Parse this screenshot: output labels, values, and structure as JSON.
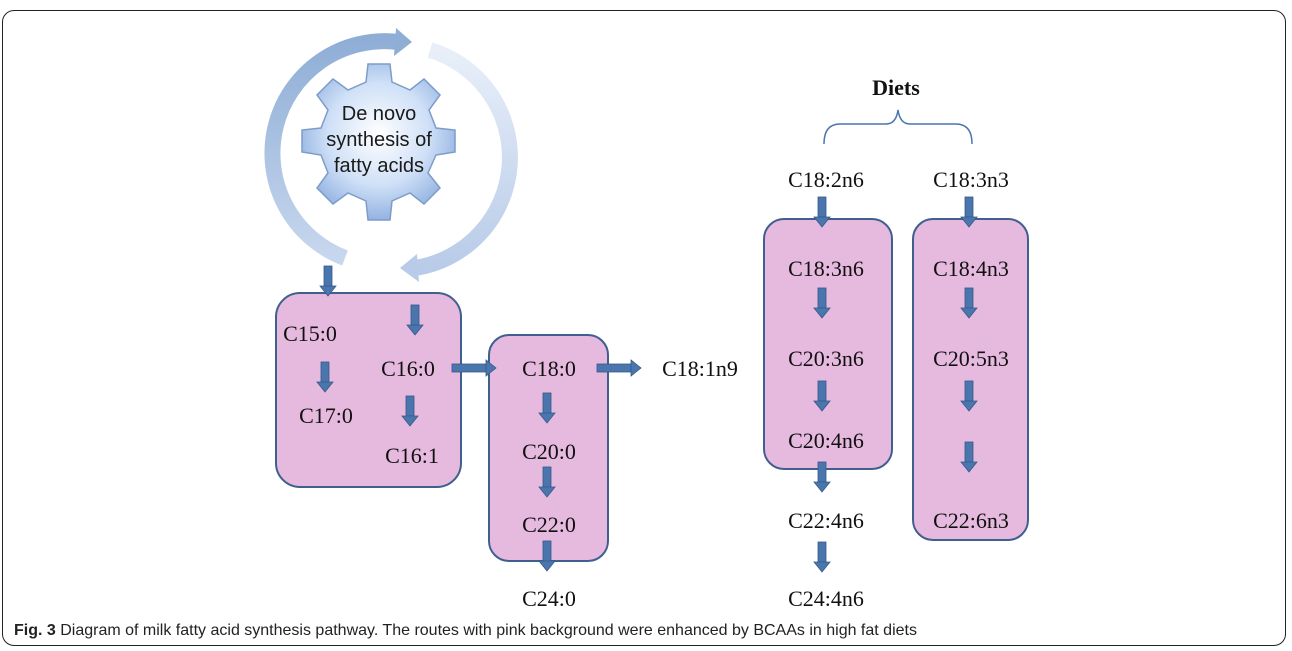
{
  "gear": {
    "line1": "De novo",
    "line2": "synthesis of",
    "line3": "fatty acids"
  },
  "diets_label": "Diets",
  "fatty_acids": {
    "c15_0": "C15:0",
    "c16_0": "C16:0",
    "c17_0": "C17:0",
    "c16_1": "C16:1",
    "c18_0": "C18:0",
    "c20_0": "C20:0",
    "c22_0": "C22:0",
    "c24_0": "C24:0",
    "c18_1n9": "C18:1n9",
    "c18_2n6": "C18:2n6",
    "c18_3n6": "C18:3n6",
    "c20_3n6": "C20:3n6",
    "c20_4n6": "C20:4n6",
    "c22_4n6": "C22:4n6",
    "c24_4n6": "C24:4n6",
    "c18_3n3": "C18:3n3",
    "c18_4n3": "C18:4n3",
    "c20_5n3": "C20:5n3",
    "c22_6n3": "C22:6n3"
  },
  "caption": {
    "label": "Fig. 3",
    "text": " Diagram of milk fatty acid synthesis pathway. The routes with pink background were enhanced by BCAAs in high fat diets"
  },
  "colors": {
    "box_fill": "#e6b9de",
    "box_stroke": "#3f5f8f",
    "arrow": "#4a76ad"
  }
}
